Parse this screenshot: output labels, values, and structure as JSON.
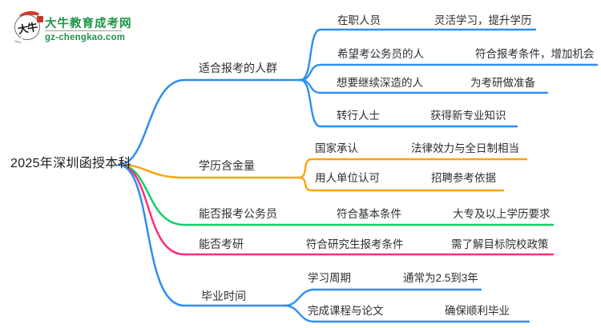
{
  "logo": {
    "icon_text": "大牛",
    "title": "大牛教育成考网",
    "domain": "gz-chengkao.com"
  },
  "colors": {
    "blue": "#2E8EF0",
    "orange": "#FBA50A",
    "green": "#12CE66",
    "pink": "#FF2D7E",
    "text": "#2e2e2e",
    "logo_green": "#1e9447",
    "seal_red": "#c2392a"
  },
  "root": {
    "label": "2025年深圳函授本科"
  },
  "branches": [
    {
      "label": "适合报考的人群",
      "color": "#2E8EF0",
      "children": [
        {
          "label": "在职人员",
          "detail": "灵活学习，提升学历"
        },
        {
          "label": "希望考公务员的人",
          "detail": "符合报考条件，增加机会"
        },
        {
          "label": "想要继续深造的人",
          "detail": "为考研做准备"
        },
        {
          "label": "转行人士",
          "detail": "获得新专业知识"
        }
      ]
    },
    {
      "label": "学历含金量",
      "color": "#FBA50A",
      "children": [
        {
          "label": "国家承认",
          "detail": "法律效力与全日制相当"
        },
        {
          "label": "用人单位认可",
          "detail": "招聘参考依据"
        }
      ]
    },
    {
      "label": "能否报考公务员",
      "color": "#12CE66",
      "children": [
        {
          "label": "符合基本条件",
          "detail": "大专及以上学历要求"
        }
      ]
    },
    {
      "label": "能否考研",
      "color": "#FF2D7E",
      "children": [
        {
          "label": "符合研究生报考条件",
          "detail": "需了解目标院校政策"
        }
      ]
    },
    {
      "label": "毕业时间",
      "color": "#2E8EF0",
      "children": [
        {
          "label": "学习周期",
          "detail": "通常为2.5到3年"
        },
        {
          "label": "完成课程与论文",
          "detail": "确保顺利毕业"
        }
      ]
    }
  ]
}
